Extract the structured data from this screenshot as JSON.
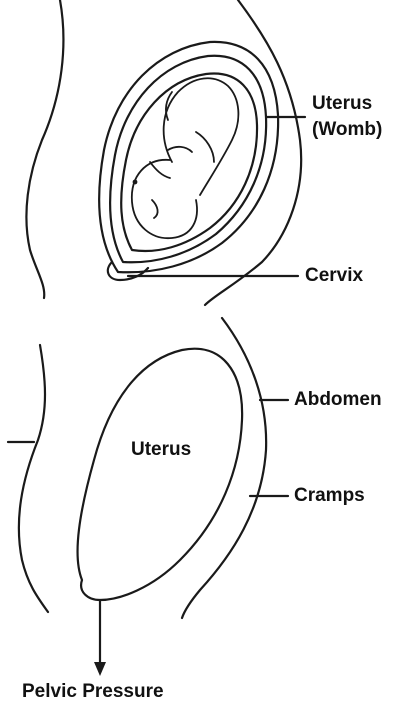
{
  "top_panel": {
    "labels": {
      "uterus_line1": "Uterus",
      "uterus_line2": "(Womb)",
      "cervix": "Cervix"
    }
  },
  "bottom_panel": {
    "labels": {
      "uterus": "Uterus",
      "abdomen": "Abdomen",
      "cramps": "Cramps",
      "pelvic_pressure": "Pelvic Pressure"
    }
  }
}
